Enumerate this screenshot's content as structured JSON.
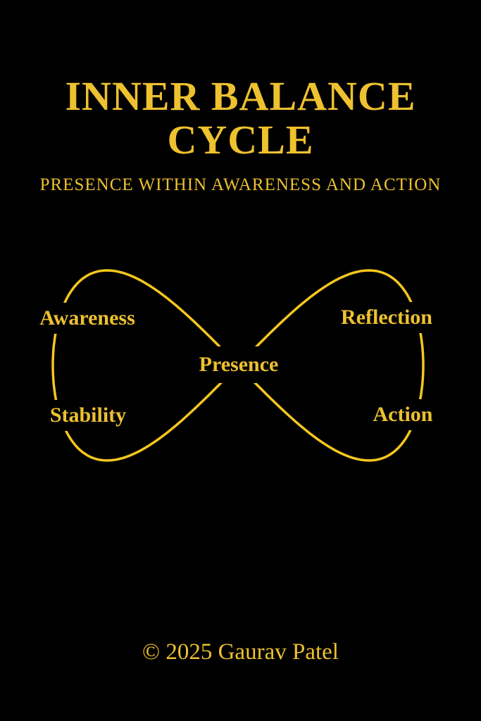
{
  "colors": {
    "background": "#000000",
    "text_gold": "#EDC12F",
    "line_gold": "#F5C71E"
  },
  "header": {
    "title_line1": "INNER BALANCE",
    "title_line2": "CYCLE",
    "subtitle": "PRESENCE WITHIN AWARENESS AND ACTION"
  },
  "diagram": {
    "type": "infinity-cycle",
    "center": {
      "label": "Presence"
    },
    "nodes": [
      {
        "label": "Awareness",
        "position": "top-left"
      },
      {
        "label": "Reflection",
        "position": "top-right"
      },
      {
        "label": "Stability",
        "position": "bottom-left"
      },
      {
        "label": "Action",
        "position": "bottom-right"
      }
    ]
  },
  "footer": {
    "copyright": "© 2025 Gaurav Patel"
  }
}
